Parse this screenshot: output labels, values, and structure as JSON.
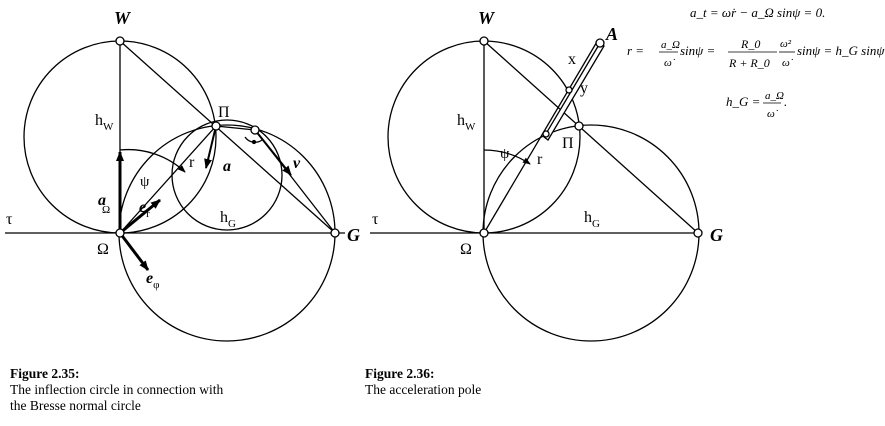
{
  "figure_235": {
    "caption_title": "Figure 2.35:",
    "caption_lines": [
      "The inflection circle in connection with",
      "the Bresse normal circle"
    ],
    "labels": {
      "W": "W",
      "Pi": "Π",
      "G": "G",
      "Omega": "Ω",
      "tau": "τ",
      "hW_main": "h",
      "hW_sub": "W",
      "hG_main": "h",
      "hG_sub": "G",
      "psi": "ψ",
      "r": "r",
      "a": "a",
      "v": "v",
      "aOmega_main": "a",
      "aOmega_sub": "Ω",
      "er_main": "e",
      "er_sub": "r",
      "ephi_main": "e",
      "ephi_sub": "φ"
    }
  },
  "figure_236": {
    "caption_title": "Figure 2.36:",
    "caption_lines": [
      "The acceleration pole"
    ],
    "labels": {
      "W": "W",
      "Pi": "Π",
      "G": "G",
      "Omega": "Ω",
      "tau": "τ",
      "A": "A",
      "x": "x",
      "y": "y",
      "hW_main": "h",
      "hW_sub": "W",
      "hG_main": "h",
      "hG_sub": "G",
      "psi": "ψ",
      "r": "r"
    }
  },
  "equations": {
    "eq1": "a_t = ω̇r − a_Ω sinψ = 0.",
    "eq2_lhs": "r =",
    "eq2_frac1_num": "a_Ω",
    "eq2_frac1_den": "ω̇",
    "eq2_sin1": "sinψ =",
    "eq2_frac2_num": "R_0",
    "eq2_frac2_den": "R + R_0",
    "eq2_frac3_num": "ω²",
    "eq2_frac3_den": "ω̇",
    "eq2_rhs": "sinψ = h_G sinψ",
    "eq3_lhs": "h_G =",
    "eq3_num": "a_Ω",
    "eq3_den": "ω̇"
  },
  "colors": {
    "ink": "#000000",
    "background": "#ffffff"
  }
}
